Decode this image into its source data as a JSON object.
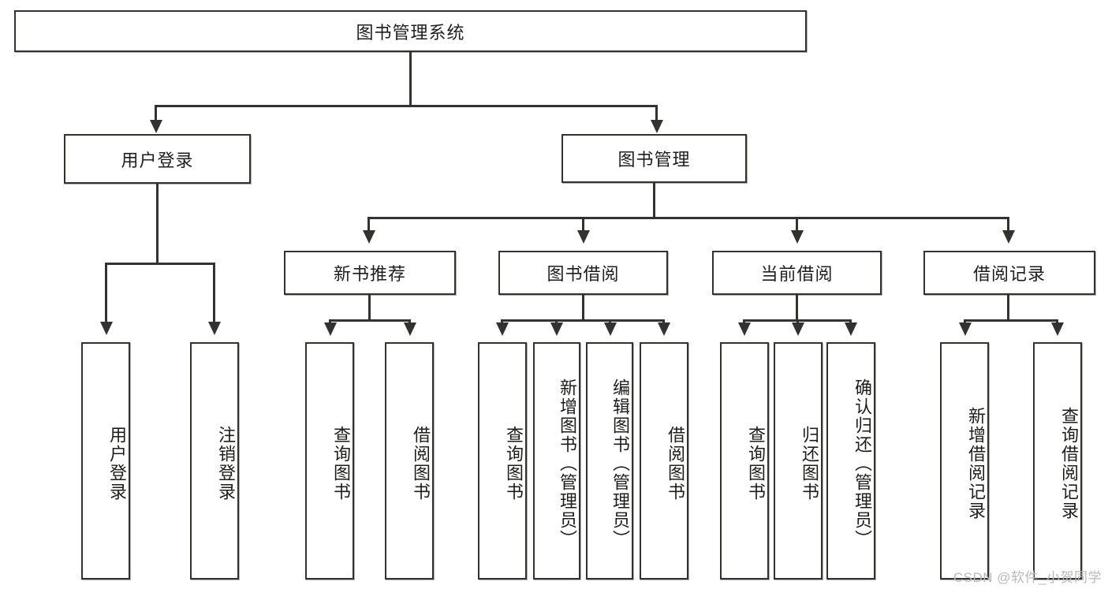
{
  "diagram": {
    "type": "hierarchy-tree",
    "title": "图书管理系统",
    "root": {
      "label": "图书管理系统"
    },
    "level2": [
      {
        "label": "用户登录"
      },
      {
        "label": "图书管理"
      }
    ],
    "level3": [
      {
        "label": "新书推荐"
      },
      {
        "label": "图书借阅"
      },
      {
        "label": "当前借阅"
      },
      {
        "label": "借阅记录"
      }
    ],
    "leaves": {
      "user_login": [
        {
          "label": "用户登录"
        },
        {
          "label": "注销登录"
        }
      ],
      "new_book_recommend": [
        {
          "label": "查询图书"
        },
        {
          "label": "借阅图书"
        }
      ],
      "book_borrow": [
        {
          "label": "查询图书"
        },
        {
          "label": "新增图书（管理员）"
        },
        {
          "label": "编辑图书（管理员）"
        },
        {
          "label": "借阅图书"
        }
      ],
      "current_borrow": [
        {
          "label": "查询图书"
        },
        {
          "label": "归还图书"
        },
        {
          "label": "确认归还（管理员）"
        }
      ],
      "borrow_record": [
        {
          "label": "新增借阅记录"
        },
        {
          "label": "查询借阅记录"
        }
      ]
    }
  },
  "watermark": {
    "text": "CSDN @软件_小贺同学"
  },
  "colors": {
    "stroke": "#33322f",
    "background": "#ffffff",
    "text": "#1d1d1b",
    "watermark": "#b9b9b9"
  }
}
